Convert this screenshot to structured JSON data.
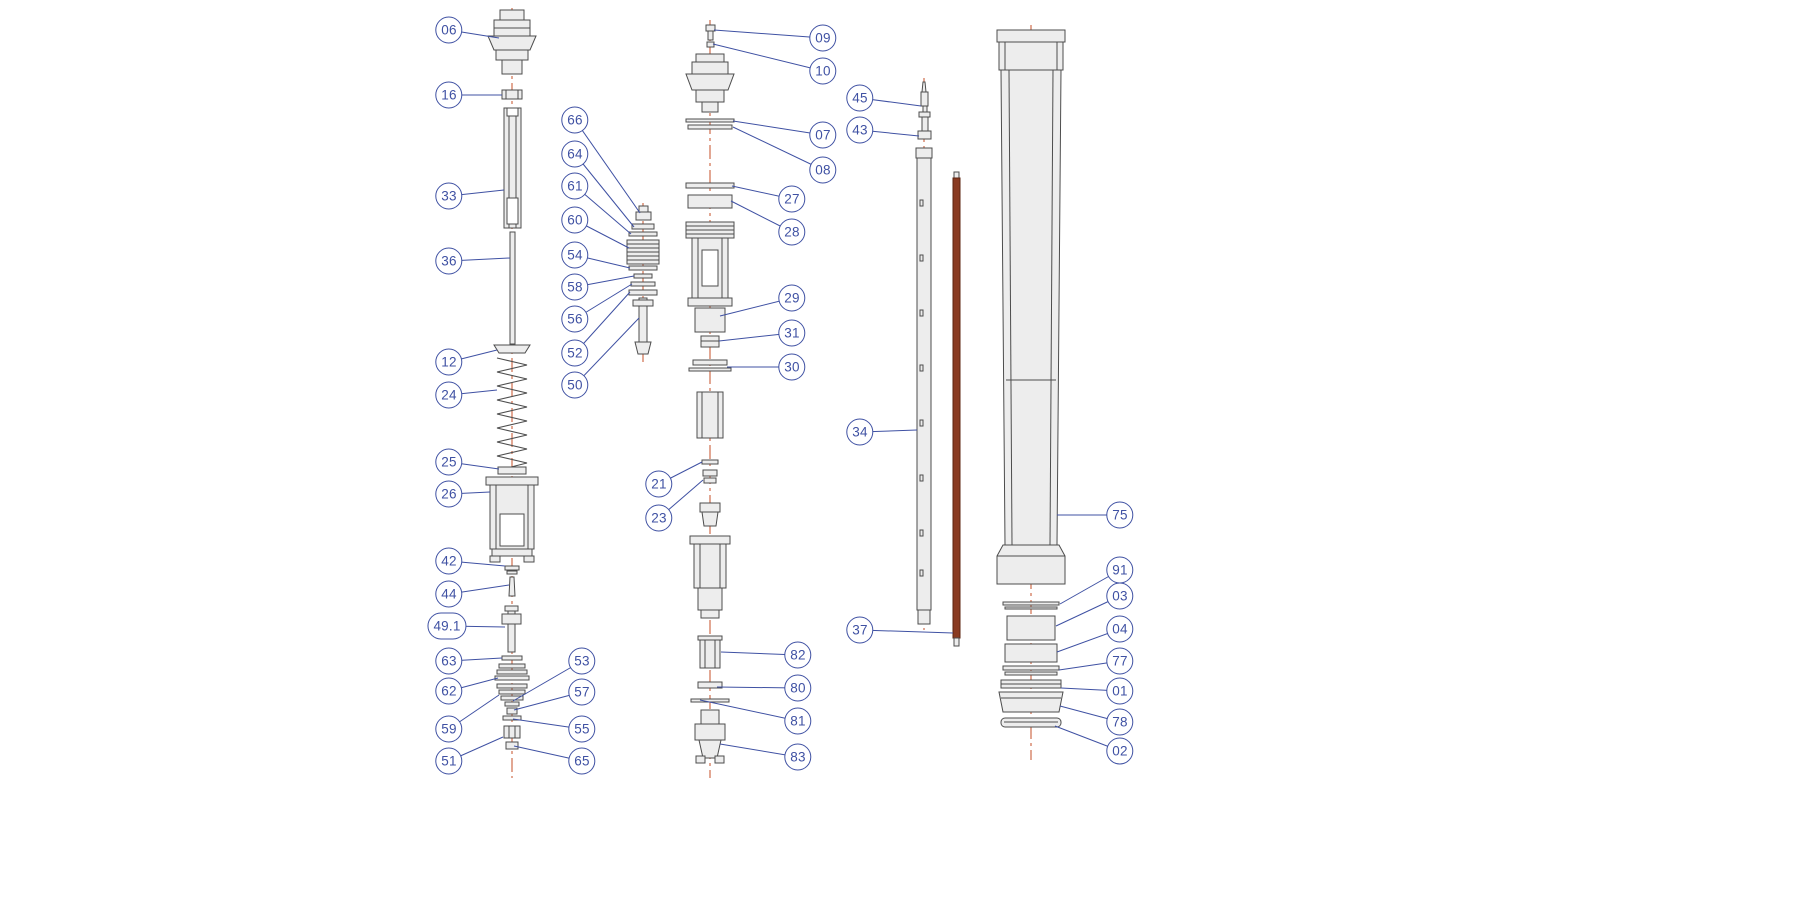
{
  "page": {
    "background": "#ffffff"
  },
  "colors": {
    "callout_blue": "#3f51a3",
    "centerline_orange": "#c44f27",
    "line_gray": "#4d4d4d",
    "fill_gray": "#ededed",
    "rod_brown": "#8a3b22"
  },
  "callouts": {
    "c06": "06",
    "c16": "16",
    "c33": "33",
    "c36": "36",
    "c12": "12",
    "c24": "24",
    "c25": "25",
    "c26": "26",
    "c42": "42",
    "c44": "44",
    "c49_1": "49.1",
    "c63": "63",
    "c62": "62",
    "c59": "59",
    "c51": "51",
    "c66": "66",
    "c64": "64",
    "c61": "61",
    "c60": "60",
    "c54": "54",
    "c58": "58",
    "c56": "56",
    "c52": "52",
    "c50": "50",
    "c53": "53",
    "c57": "57",
    "c55": "55",
    "c65": "65",
    "c09": "09",
    "c10": "10",
    "c07": "07",
    "c08": "08",
    "c27": "27",
    "c28": "28",
    "c29": "29",
    "c31": "31",
    "c30": "30",
    "c21": "21",
    "c23": "23",
    "c82": "82",
    "c80": "80",
    "c81": "81",
    "c83": "83",
    "c45": "45",
    "c43": "43",
    "c34": "34",
    "c37": "37",
    "c75": "75",
    "c91": "91",
    "c03": "03",
    "c04": "04",
    "c77": "77",
    "c01": "01",
    "c78": "78",
    "c02": "02"
  }
}
